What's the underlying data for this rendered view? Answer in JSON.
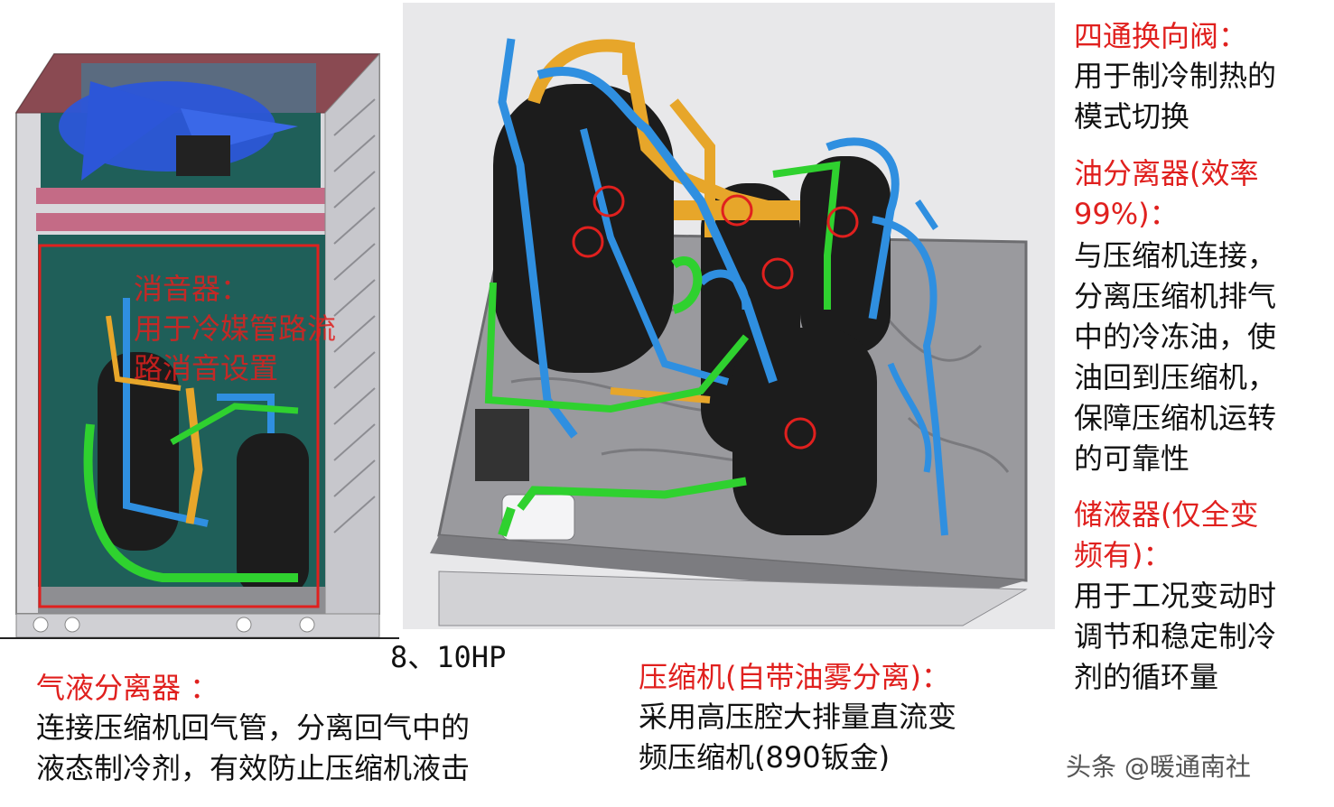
{
  "colors": {
    "label_red": "#e0201e",
    "text_black": "#111111",
    "pipe_blue": "#2f8fe0",
    "pipe_green": "#2fd12f",
    "pipe_gold": "#e7a62a",
    "tank_black": "#1c1c1c",
    "cabinet_teal": "#1f5f59",
    "cabinet_frame": "#cfcfd3",
    "pink_band": "#c46b86",
    "fan_blue": "#2c56d8",
    "base_plate": "#9a9a9e",
    "bg_gray": "#e8e8ea"
  },
  "left_unit": {
    "overlay_title": "消音器：",
    "overlay_line1": "用于冷媒管路流",
    "overlay_line2": "路消音设置",
    "model_label": "8、10HP"
  },
  "four_way_valve": {
    "title": "四通换向阀：",
    "desc": "用于制冷制热的\n模式切换"
  },
  "oil_separator": {
    "title": "油分离器(效率\n99%)：",
    "desc": "与压缩机连接，\n分离压缩机排气\n中的冷冻油，使\n油回到压缩机，\n保障压缩机运转\n的可靠性"
  },
  "accumulator_tank": {
    "title": "储液器(仅全变\n频有)：",
    "desc": "用于工况变动时\n调节和稳定制冷\n剂的循环量"
  },
  "gas_liquid_separator": {
    "title": "气液分离器 ：",
    "desc": "连接压缩机回气管，分离回气中的\n液态制冷剂，有效防止压缩机液击"
  },
  "compressor": {
    "title": "压缩机(自带油雾分离)：",
    "desc": "采用高压腔大排量直流变\n频压缩机(890钣金)"
  },
  "watermark": "头条 @暖通南社"
}
